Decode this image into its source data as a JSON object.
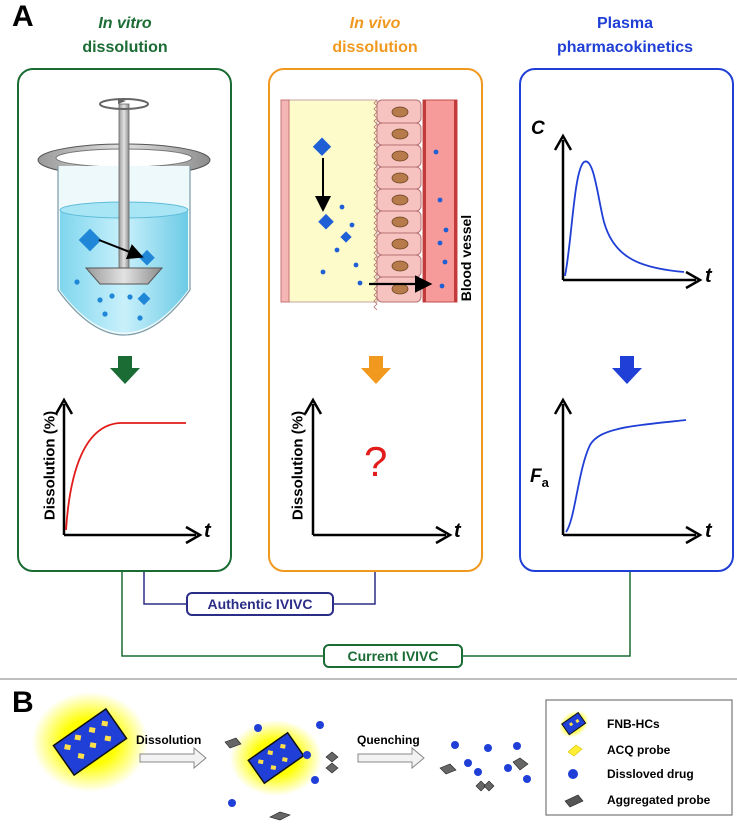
{
  "panel_a": {
    "letter": "A",
    "col1": {
      "title_italic": "In vitro",
      "title": "dissolution",
      "color": "#1a6b34"
    },
    "col2": {
      "title_italic": "In vivo",
      "title": "dissolution",
      "color": "#f0991e"
    },
    "col3": {
      "title_line1": "Plasma",
      "title_line2": "pharmacokinetics",
      "color": "#1f3fd6"
    },
    "blood_vessel_label": "Blood vessel",
    "dissolution_ylabel": "Dissolution (%)",
    "t_label": "t",
    "c_label": "C",
    "fa_label": "F",
    "fa_sub": "a",
    "question_mark": "?",
    "authentic": "Authentic IVIVC",
    "current": "Current IVIVC"
  },
  "panel_b": {
    "letter": "B",
    "step1": "Dissolution",
    "step2": "Quenching",
    "legend": [
      "FNB-HCs",
      "ACQ probe",
      "Dissloved drug",
      "Aggregated probe"
    ]
  }
}
